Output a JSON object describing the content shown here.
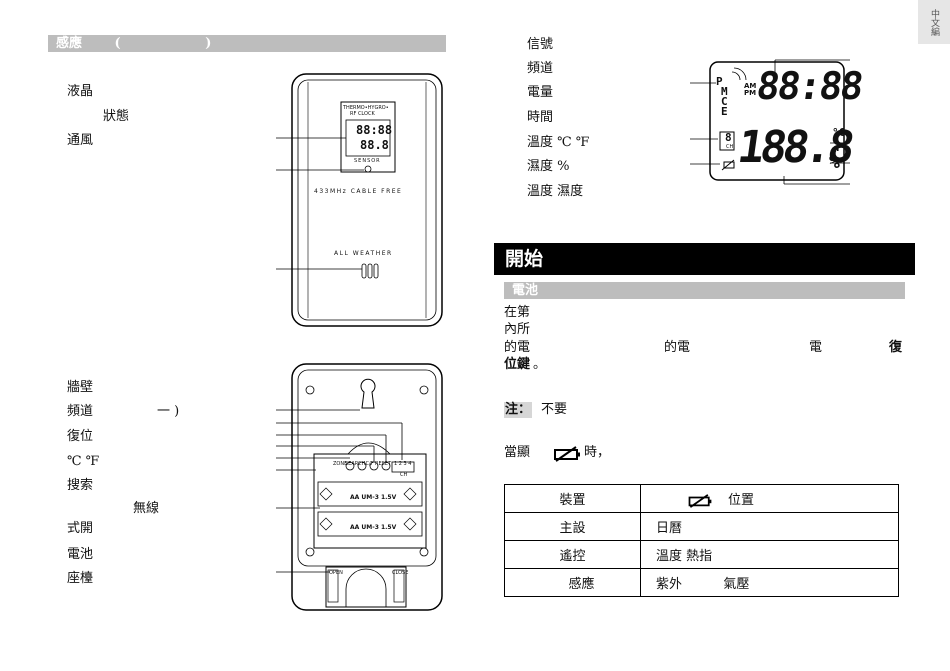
{
  "side_tab": "中文編",
  "sensor_header": {
    "left": "感應",
    "paren_open": "(",
    "paren_close": ")"
  },
  "front_labels": [
    "液晶",
    "狀態",
    "通風"
  ],
  "front_panel": {
    "top_text": "THERMO•HYGRO•",
    "top_text2": "RF CLOCK",
    "lcd_time": "88:88",
    "lcd_temp": "88.8",
    "sensor_label": "SENSOR",
    "freq_text": "433MHz  CABLE FREE",
    "weather_text": "ALL WEATHER"
  },
  "back_labels": [
    "牆壁",
    "頻道",
    "一 )",
    "復位",
    "℃  ℉",
    "搜索",
    "無線",
    "式開",
    "電池",
    "座檯"
  ],
  "back_panel": {
    "btn_labels": [
      "ZONE",
      "SEARCH",
      "°C/F",
      "RESET",
      "1 2 3 4"
    ],
    "ch_label": "CH",
    "battery1": "AA  UM-3  1.5V",
    "battery2": "AA  UM-3  1.5V",
    "open": "OPEN",
    "close": "CLOSE"
  },
  "lcd_labels": [
    "信號",
    "頻道",
    "電量",
    "時間",
    "溫度 ℃  ℉",
    "濕度 %",
    "溫度 濕度"
  ],
  "lcd_detail": {
    "letters": [
      "P",
      "M",
      "C",
      "E"
    ],
    "am": "AM",
    "pm": "PM",
    "time": "88:88",
    "temp": "188.8",
    "channel": "8",
    "ch": "CH",
    "deg_c": "°C",
    "deg_f": "F",
    "percent": "%"
  },
  "start_section": {
    "title": "開始",
    "sub": "電池"
  },
  "paragraph": {
    "line1": "在第",
    "line2": "內所",
    "line3a": "的電",
    "line3b": "的電",
    "line3c": "電",
    "line3d": "復",
    "line4": "位鍵",
    "line4_tail": "。"
  },
  "note": {
    "label": "注：",
    "text": "不要"
  },
  "when": {
    "pre": "當顯",
    "post": "時，"
  },
  "table": {
    "rows": [
      {
        "device": "裝置",
        "desc": "位置",
        "icon": true
      },
      {
        "device": "主設",
        "desc": "日曆"
      },
      {
        "device": "遙控",
        "desc": "溫度 熱指"
      },
      {
        "device": "感應",
        "desc": "紫外          氣壓"
      }
    ]
  }
}
